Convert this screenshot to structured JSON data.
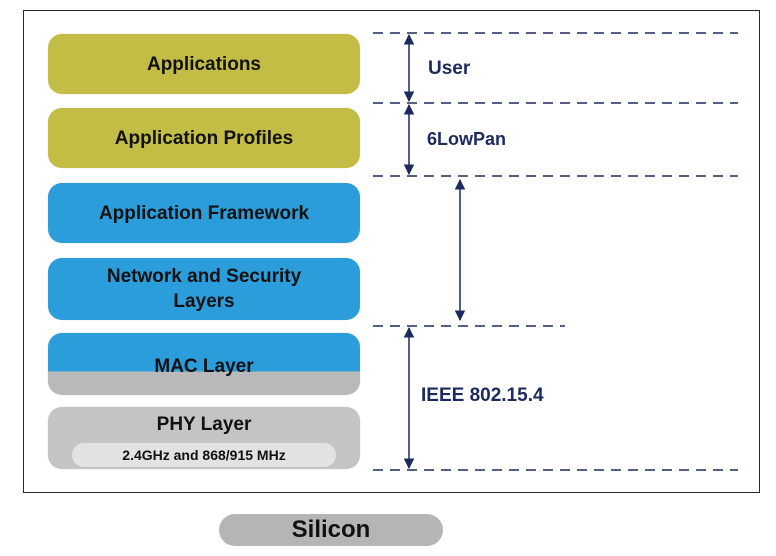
{
  "layers": {
    "applications": "Applications",
    "application_profiles": "Application Profiles",
    "application_framework": "Application Framework",
    "network_security_line1": "Network and Security",
    "network_security_line2": "Layers",
    "mac": "MAC Layer",
    "phy": "PHY Layer",
    "phy_sub": "2.4GHz and 868/915 MHz"
  },
  "labels": {
    "user": "User",
    "sixlowpan": "6LowPan",
    "ieee": "IEEE 802.15.4"
  },
  "silicon": "Silicon",
  "colors": {
    "olive": "#c3bd45",
    "blue": "#2c9ddb",
    "gray": "#c4c4c4",
    "navy": "#1c2a5e"
  }
}
